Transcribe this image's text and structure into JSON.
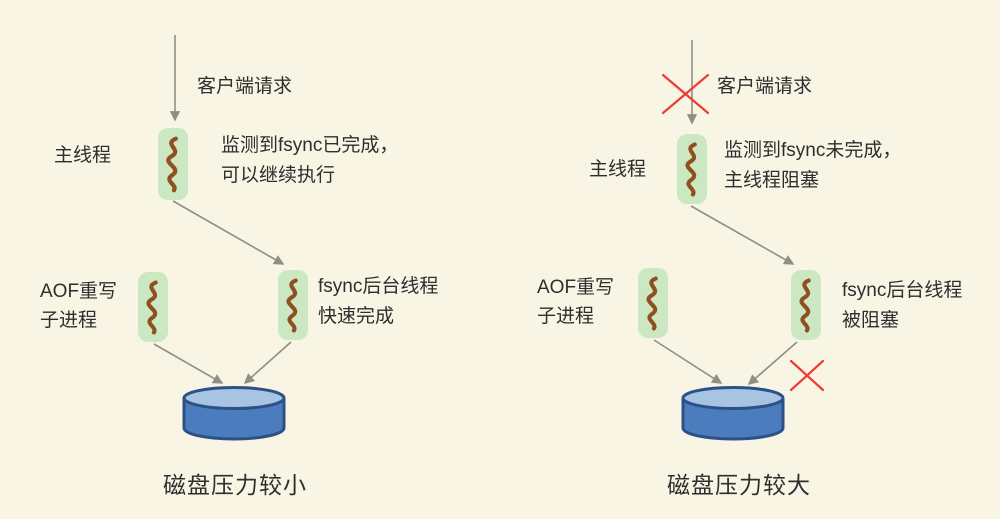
{
  "colors": {
    "background": "#f9f5e5",
    "box_green": "#cbe8c2",
    "squiggle_brown": "#8f4f1e",
    "arrow_gray": "#8f8f88",
    "cross_red": "#ee3b33",
    "disk_body": "#4a7cbe",
    "disk_top": "#a7c4e2",
    "disk_border": "#2d5187",
    "text_dark": "#2e2e2e"
  },
  "panels": {
    "left": {
      "client_request": "客户端请求",
      "main_thread": "主线程",
      "main_note_line1": "监测到fsync已完成，",
      "main_note_line2": "可以继续执行",
      "aof_line1": "AOF重写",
      "aof_line2": "子进程",
      "fsync_line1": "fsync后台线程",
      "fsync_line2": "快速完成",
      "caption": "磁盘压力较小"
    },
    "right": {
      "client_request": "客户端请求",
      "main_thread": "主线程",
      "main_note_line1": "监测到fsync未完成，",
      "main_note_line2": "主线程阻塞",
      "aof_line1": "AOF重写",
      "aof_line2": "子进程",
      "fsync_line1": "fsync后台线程",
      "fsync_line2": "被阻塞",
      "caption": "磁盘压力较大"
    }
  },
  "icons": {
    "thread_squiggle": "thread-squiggle-icon",
    "disk_cylinder": "disk-cylinder",
    "blocked_cross": "blocked-x-icon"
  }
}
